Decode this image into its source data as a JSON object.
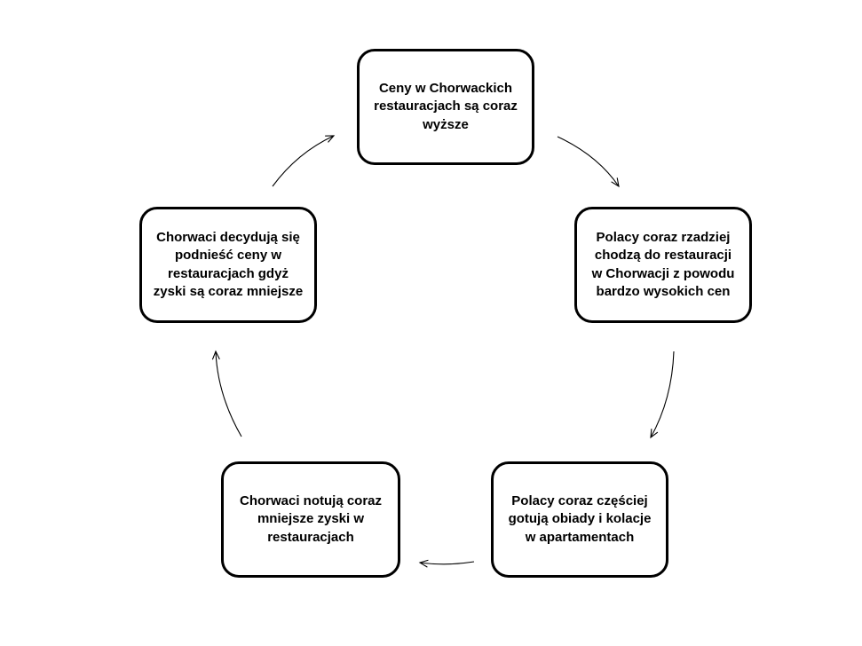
{
  "diagram": {
    "nodes": [
      {
        "id": "n1",
        "text": "Ceny w Chorwackich\nrestauracjach są coraz\nwyższe"
      },
      {
        "id": "n2",
        "text": "Polacy coraz rzadziej\nchodzą do restauracji\nw Chorwacji z powodu\nbardzo wysokich cen"
      },
      {
        "id": "n3",
        "text": "Polacy coraz częściej\ngotują obiady i kolacje\nw apartamentach"
      },
      {
        "id": "n4",
        "text": "Chorwaci notują coraz\nmniejsze zyski w\nrestauracjach"
      },
      {
        "id": "n5",
        "text": "Chorwaci decydują się\npodnieść ceny w\nrestauracjach gdyż\nzyski są coraz mniejsze"
      }
    ],
    "edges": [
      {
        "from": "n1",
        "to": "n2"
      },
      {
        "from": "n2",
        "to": "n3"
      },
      {
        "from": "n3",
        "to": "n4"
      },
      {
        "from": "n4",
        "to": "n5"
      },
      {
        "from": "n5",
        "to": "n1"
      }
    ],
    "colors": {
      "stroke": "#000000",
      "background": "#ffffff",
      "text": "#000000"
    }
  }
}
